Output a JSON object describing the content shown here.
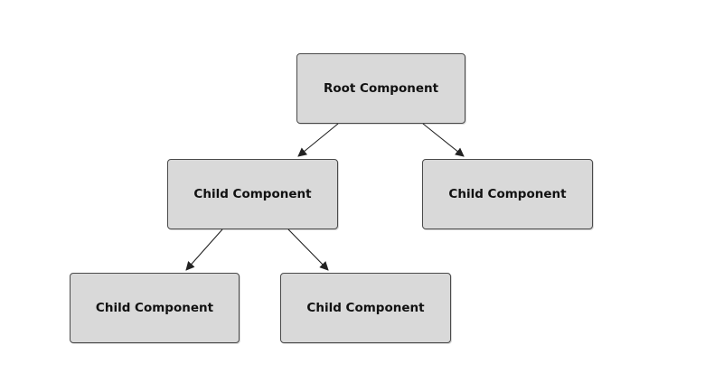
{
  "diagram": {
    "type": "tree",
    "nodes": [
      {
        "id": "root",
        "label": "Root Component"
      },
      {
        "id": "c1",
        "label": "Child Component"
      },
      {
        "id": "c2",
        "label": "Child Component"
      },
      {
        "id": "c3",
        "label": "Child Component"
      },
      {
        "id": "c4",
        "label": "Child Component"
      }
    ],
    "edges": [
      {
        "from": "root",
        "to": "c1"
      },
      {
        "from": "root",
        "to": "c2"
      },
      {
        "from": "c1",
        "to": "c3"
      },
      {
        "from": "c1",
        "to": "c4"
      }
    ],
    "colors": {
      "node_fill": "#d9d9d9",
      "node_border": "#4a4a4a",
      "edge": "#222222"
    }
  }
}
